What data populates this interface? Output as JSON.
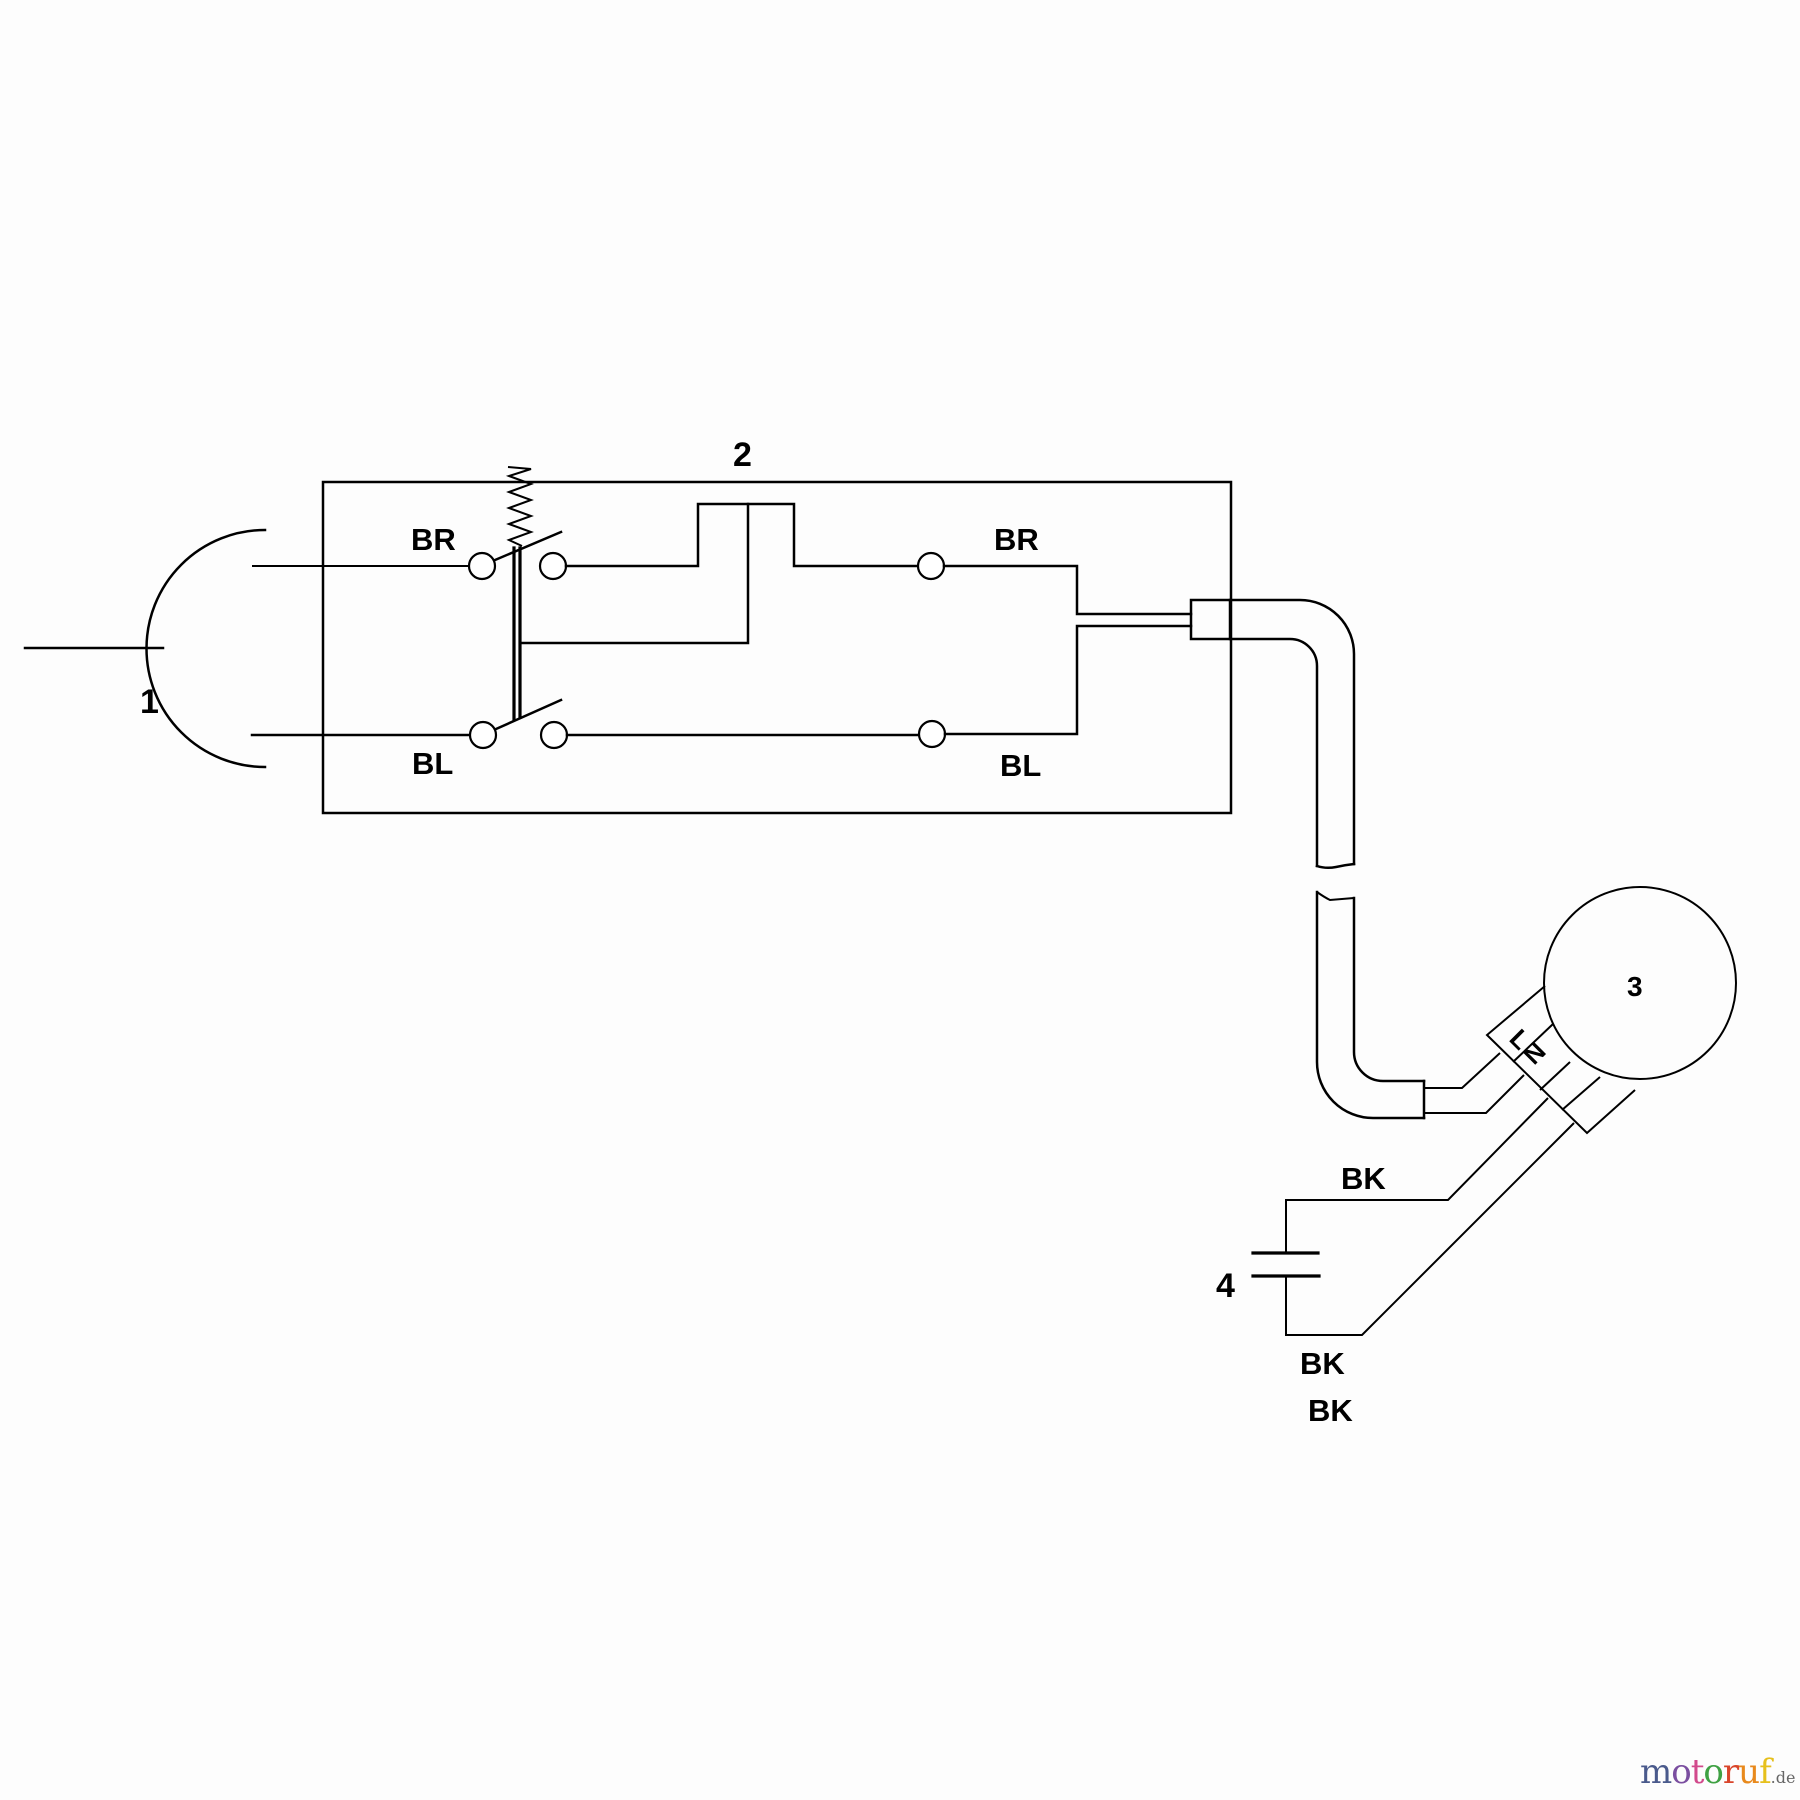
{
  "diagram": {
    "type": "electrical wiring schematic",
    "components": [
      {
        "id": "1",
        "label": "1",
        "name": "plug / power cord"
      },
      {
        "id": "2",
        "label": "2",
        "name": "double-pole switch box"
      },
      {
        "id": "3",
        "label": "3",
        "name": "motor"
      },
      {
        "id": "4",
        "label": "4",
        "name": "capacitor"
      }
    ],
    "wire_labels": {
      "switch_in_top": "BR",
      "switch_in_bottom": "BL",
      "switch_out_top": "BR",
      "switch_out_bottom": "BL",
      "cap_top": "BK",
      "cap_bottom": "BK",
      "cap_bottom_2": "BK"
    },
    "terminal_labels": {
      "live": "L",
      "neutral": "N"
    }
  },
  "watermark": {
    "letters": [
      {
        "ch": "m",
        "color": "#4a5a8c"
      },
      {
        "ch": "o",
        "color": "#7b4fa0"
      },
      {
        "ch": "t",
        "color": "#d24a8c"
      },
      {
        "ch": "o",
        "color": "#3fa143"
      },
      {
        "ch": "r",
        "color": "#d9452b"
      },
      {
        "ch": "u",
        "color": "#e8891c"
      },
      {
        "ch": "f",
        "color": "#e6c01c"
      }
    ],
    "tld": ".de"
  }
}
